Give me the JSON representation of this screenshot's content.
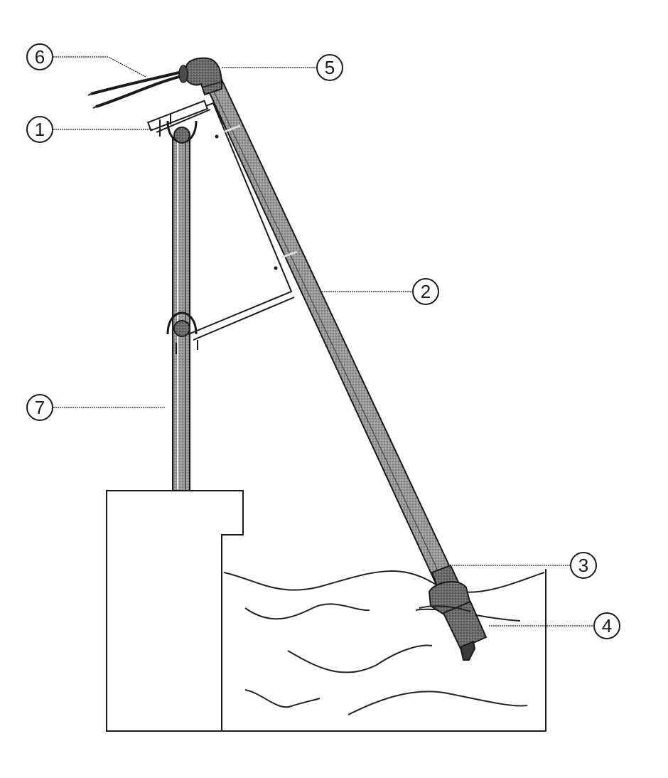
{
  "callouts": [
    {
      "id": "1",
      "label": "1"
    },
    {
      "id": "2",
      "label": "2"
    },
    {
      "id": "3",
      "label": "3"
    },
    {
      "id": "4",
      "label": "4"
    },
    {
      "id": "5",
      "label": "5"
    },
    {
      "id": "6",
      "label": "6"
    },
    {
      "id": "7",
      "label": "7"
    }
  ],
  "colors": {
    "line": "#1a1a1a",
    "pipe_fill": "#8a8a8a",
    "pipe_dark": "#5a5a5a",
    "water_line": "#222222"
  }
}
